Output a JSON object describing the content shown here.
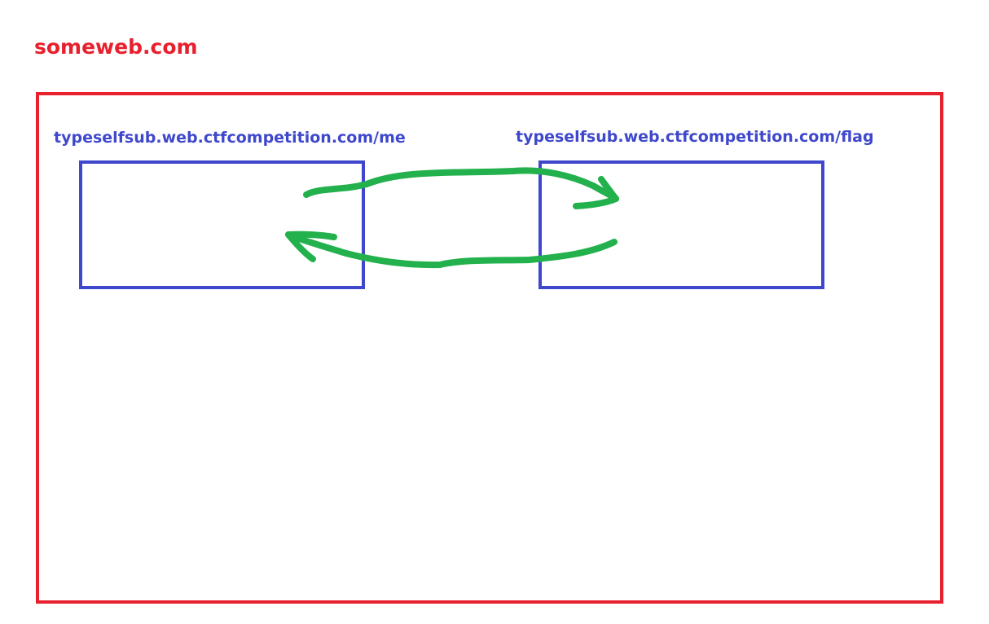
{
  "site": {
    "title": "someweb.com"
  },
  "frames": {
    "left": {
      "label": "typeselfsub.web.ctfcompetition.com/me"
    },
    "right": {
      "label": "typeselfsub.web.ctfcompetition.com/flag"
    }
  },
  "colors": {
    "outer": "#e8202e",
    "frames": "#3f48cc",
    "arrows": "#22b14c"
  }
}
